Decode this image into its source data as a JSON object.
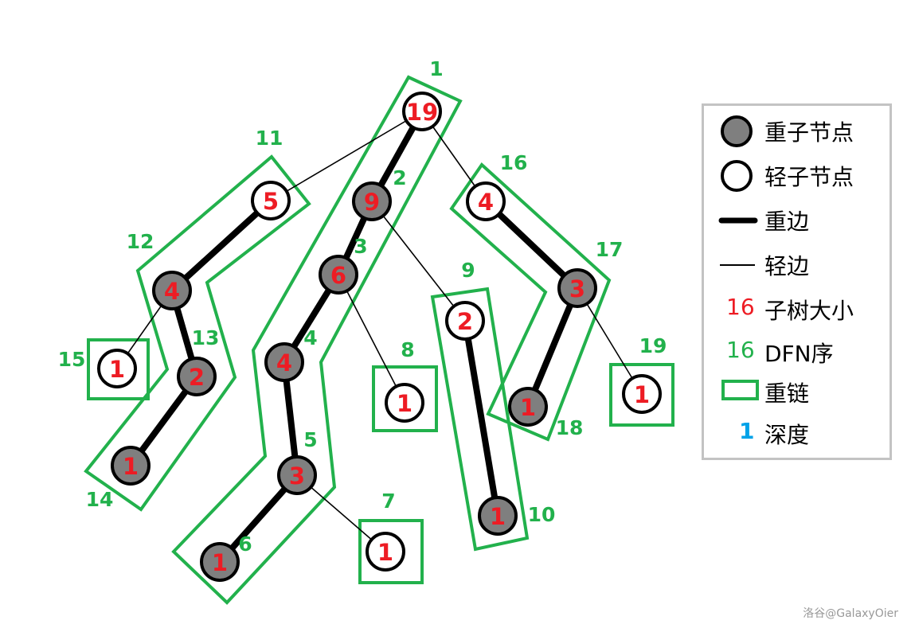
{
  "colors": {
    "size": "#ed1c24",
    "dfn": "#22b14c",
    "depth": "#00a2e8",
    "heavy_fill": "#7f7f7f",
    "chain": "#22b14c"
  },
  "nodes": [
    {
      "id": "a",
      "size": "19",
      "dfn": "1",
      "heavy": false
    },
    {
      "id": "b",
      "size": "5",
      "dfn": "11",
      "heavy": false
    },
    {
      "id": "c",
      "size": "9",
      "dfn": "2",
      "heavy": true
    },
    {
      "id": "d",
      "size": "4",
      "dfn": "16",
      "heavy": false
    },
    {
      "id": "e",
      "size": "4",
      "dfn": "12",
      "heavy": true
    },
    {
      "id": "f",
      "size": "6",
      "dfn": "3",
      "heavy": true
    },
    {
      "id": "g",
      "size": "3",
      "dfn": "17",
      "heavy": true
    },
    {
      "id": "h",
      "size": "1",
      "dfn": "15",
      "heavy": false
    },
    {
      "id": "i",
      "size": "2",
      "dfn": "13",
      "heavy": true
    },
    {
      "id": "j",
      "size": "4",
      "dfn": "4",
      "heavy": true
    },
    {
      "id": "k",
      "size": "2",
      "dfn": "9",
      "heavy": false
    },
    {
      "id": "l",
      "size": "1",
      "dfn": "8",
      "heavy": false
    },
    {
      "id": "m",
      "size": "1",
      "dfn": "18",
      "heavy": true
    },
    {
      "id": "n",
      "size": "1",
      "dfn": "19",
      "heavy": false
    },
    {
      "id": "o",
      "size": "1",
      "dfn": "14",
      "heavy": true
    },
    {
      "id": "p",
      "size": "3",
      "dfn": "5",
      "heavy": true
    },
    {
      "id": "q",
      "size": "1",
      "dfn": "6",
      "heavy": true
    },
    {
      "id": "r",
      "size": "1",
      "dfn": "7",
      "heavy": false
    },
    {
      "id": "s",
      "size": "1",
      "dfn": "10",
      "heavy": true
    }
  ],
  "edges": [
    {
      "from": "a",
      "to": "c",
      "heavy": true
    },
    {
      "from": "c",
      "to": "f",
      "heavy": true
    },
    {
      "from": "f",
      "to": "j",
      "heavy": true
    },
    {
      "from": "j",
      "to": "p",
      "heavy": true
    },
    {
      "from": "p",
      "to": "q",
      "heavy": true
    },
    {
      "from": "b",
      "to": "e",
      "heavy": true
    },
    {
      "from": "e",
      "to": "i",
      "heavy": true
    },
    {
      "from": "i",
      "to": "o",
      "heavy": true
    },
    {
      "from": "d",
      "to": "g",
      "heavy": true
    },
    {
      "from": "g",
      "to": "m",
      "heavy": true
    },
    {
      "from": "k",
      "to": "s",
      "heavy": true
    },
    {
      "from": "a",
      "to": "b",
      "heavy": false
    },
    {
      "from": "a",
      "to": "d",
      "heavy": false
    },
    {
      "from": "c",
      "to": "k",
      "heavy": false
    },
    {
      "from": "f",
      "to": "l",
      "heavy": false
    },
    {
      "from": "p",
      "to": "r",
      "heavy": false
    },
    {
      "from": "e",
      "to": "h",
      "heavy": false
    },
    {
      "from": "g",
      "to": "n",
      "heavy": false
    }
  ],
  "legend": {
    "heavy_node": "重子节点",
    "light_node": "轻子节点",
    "heavy_edge": "重边",
    "light_edge": "轻边",
    "size_sample": "16",
    "size_label": "子树大小",
    "dfn_sample": "16",
    "dfn_label": "DFN序",
    "chain_label": "重链",
    "depth_sample": "1",
    "depth_label": "深度"
  },
  "watermark": "洛谷@GalaxyOier"
}
